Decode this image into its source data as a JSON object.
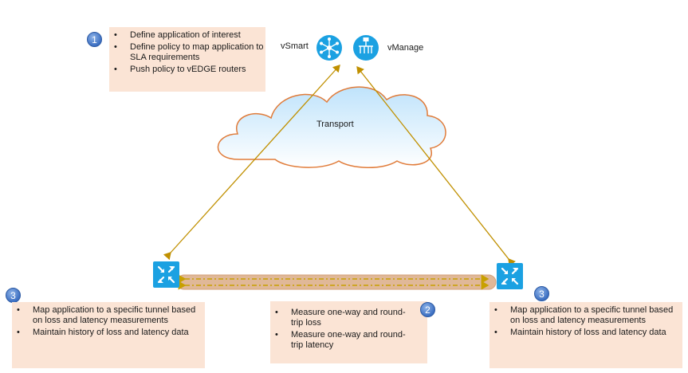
{
  "step1": {
    "badge": "1",
    "items": [
      "Define application of interest",
      "Define policy to map application  to SLA requirements",
      "Push policy to vEDGE routers"
    ]
  },
  "step2": {
    "badge": "2",
    "items": [
      "Measure one-way and  round-trip loss",
      "Measure one-way and  round-trip latency"
    ]
  },
  "step3_left": {
    "badge": "3",
    "items": [
      "Map application to a specific  tunnel based on loss and  latency measurements",
      "Maintain history of loss and  latency data"
    ]
  },
  "step3_right": {
    "badge": "3",
    "items": [
      "Map application to a specific  tunnel based on loss and  latency measurements",
      "Maintain history of loss and  latency data"
    ]
  },
  "controllers": {
    "vsmart": "vSmart",
    "vmanage": "vManage"
  },
  "cloud": {
    "label": "Transport"
  },
  "colors": {
    "box": "#fbe4d5",
    "link": "#c09000",
    "tunnel": "#e0b898",
    "cloud": "#e07b39",
    "router": "#1ba1e2"
  }
}
